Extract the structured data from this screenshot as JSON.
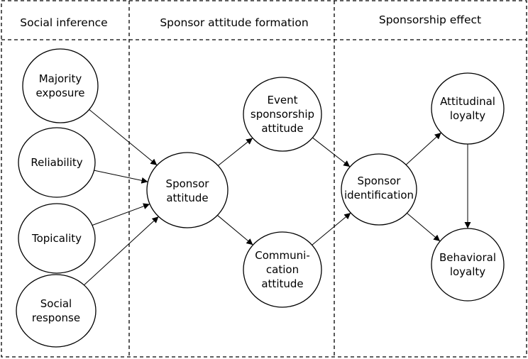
{
  "sections": [
    {
      "id": "social",
      "title": "Social inference"
    },
    {
      "id": "formation",
      "title": "Sponsor attitude formation"
    },
    {
      "id": "effect",
      "title": "Sponsorship effect"
    }
  ],
  "nodes": [
    {
      "id": "majority",
      "lines": [
        "Majority",
        "exposure"
      ]
    },
    {
      "id": "reliability",
      "lines": [
        "Reliability"
      ]
    },
    {
      "id": "topicality",
      "lines": [
        "Topicality"
      ]
    },
    {
      "id": "social-response",
      "lines": [
        "Social",
        "response"
      ]
    },
    {
      "id": "sponsor-attitude",
      "lines": [
        "Sponsor",
        "attitude"
      ]
    },
    {
      "id": "event-attitude",
      "lines": [
        "Event",
        "sponsorship",
        "attitude"
      ]
    },
    {
      "id": "communication-attitude",
      "lines": [
        "Communi-",
        "cation",
        "attitude"
      ]
    },
    {
      "id": "sponsor-identification",
      "lines": [
        "Sponsor",
        "identification"
      ]
    },
    {
      "id": "attitudinal-loyalty",
      "lines": [
        "Attitudinal",
        "loyalty"
      ]
    },
    {
      "id": "behavioral-loyalty",
      "lines": [
        "Behavioral",
        "loyalty"
      ]
    }
  ],
  "edges": [
    {
      "from": "majority",
      "to": "sponsor-attitude"
    },
    {
      "from": "reliability",
      "to": "sponsor-attitude"
    },
    {
      "from": "topicality",
      "to": "sponsor-attitude"
    },
    {
      "from": "social-response",
      "to": "sponsor-attitude"
    },
    {
      "from": "sponsor-attitude",
      "to": "event-attitude"
    },
    {
      "from": "sponsor-attitude",
      "to": "communication-attitude"
    },
    {
      "from": "event-attitude",
      "to": "sponsor-identification"
    },
    {
      "from": "communication-attitude",
      "to": "sponsor-identification"
    },
    {
      "from": "sponsor-identification",
      "to": "attitudinal-loyalty"
    },
    {
      "from": "sponsor-identification",
      "to": "behavioral-loyalty"
    },
    {
      "from": "attitudinal-loyalty",
      "to": "behavioral-loyalty"
    }
  ]
}
